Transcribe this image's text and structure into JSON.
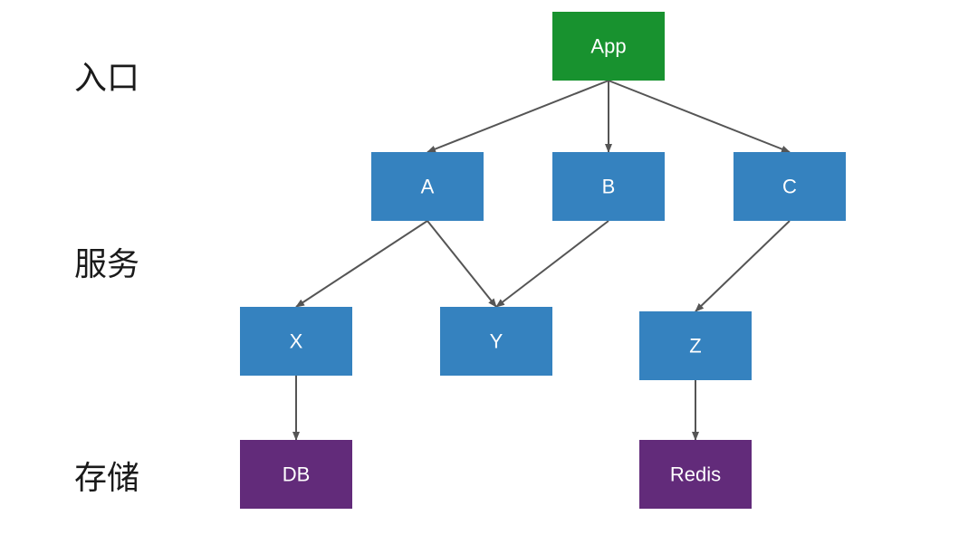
{
  "layers": [
    {
      "id": "entry",
      "label": "入口"
    },
    {
      "id": "service",
      "label": "服务"
    },
    {
      "id": "storage",
      "label": "存储"
    }
  ],
  "colors": {
    "entry": "#18922f",
    "service": "#3582bf",
    "storage": "#622b7a",
    "edge": "#555555",
    "label": "#1a1a1a"
  },
  "nodes": [
    {
      "id": "app",
      "label": "App",
      "layer": "entry"
    },
    {
      "id": "a",
      "label": "A",
      "layer": "service"
    },
    {
      "id": "b",
      "label": "B",
      "layer": "service"
    },
    {
      "id": "c",
      "label": "C",
      "layer": "service"
    },
    {
      "id": "x",
      "label": "X",
      "layer": "service"
    },
    {
      "id": "y",
      "label": "Y",
      "layer": "service"
    },
    {
      "id": "z",
      "label": "Z",
      "layer": "service"
    },
    {
      "id": "db",
      "label": "DB",
      "layer": "storage"
    },
    {
      "id": "redis",
      "label": "Redis",
      "layer": "storage"
    }
  ],
  "edges": [
    {
      "from": "app",
      "to": "a"
    },
    {
      "from": "app",
      "to": "b"
    },
    {
      "from": "app",
      "to": "c"
    },
    {
      "from": "a",
      "to": "x"
    },
    {
      "from": "a",
      "to": "y"
    },
    {
      "from": "b",
      "to": "y"
    },
    {
      "from": "c",
      "to": "z"
    },
    {
      "from": "x",
      "to": "db"
    },
    {
      "from": "z",
      "to": "redis"
    }
  ]
}
